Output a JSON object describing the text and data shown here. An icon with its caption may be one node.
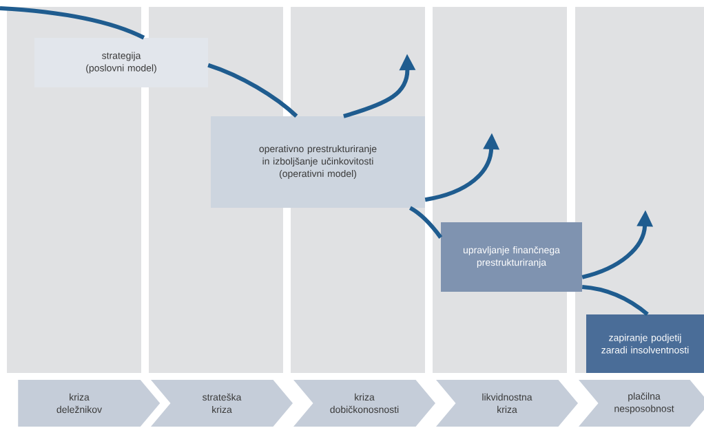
{
  "diagram": {
    "nodes": [
      {
        "text": [
          "strategija (poslovni model)"
        ]
      },
      {
        "text": [
          "operativno prestrukturiranje in izboljšanje učinkovitosti (operativni model)"
        ]
      },
      {
        "text": [
          "upravljanje finančnega prestrukturiranja"
        ]
      },
      {
        "text": [
          "zapiranje podjetij zaradi insolventnosti"
        ]
      },
      {
        "text": [
          "kriza deležnikov"
        ]
      },
      {
        "text": [
          "strateška kriza"
        ]
      },
      {
        "text": [
          "kriza dobičkonosnosti"
        ]
      },
      {
        "text": [
          "likvidnostna kriza"
        ]
      },
      {
        "text": [
          "plačilna nesposobnost"
        ]
      }
    ],
    "edges": [
      {
        "from": null,
        "to": 0,
        "arrow": "none"
      },
      {
        "from": 0,
        "to": 1,
        "arrow": "none"
      },
      {
        "from": 1,
        "to": null,
        "arrow": "to"
      },
      {
        "from": 1,
        "to": null,
        "arrow": "to"
      },
      {
        "from": 1,
        "to": 2,
        "arrow": "none"
      },
      {
        "from": 2,
        "to": null,
        "arrow": "to"
      },
      {
        "from": 2,
        "to": 3,
        "arrow": "none"
      }
    ]
  }
}
